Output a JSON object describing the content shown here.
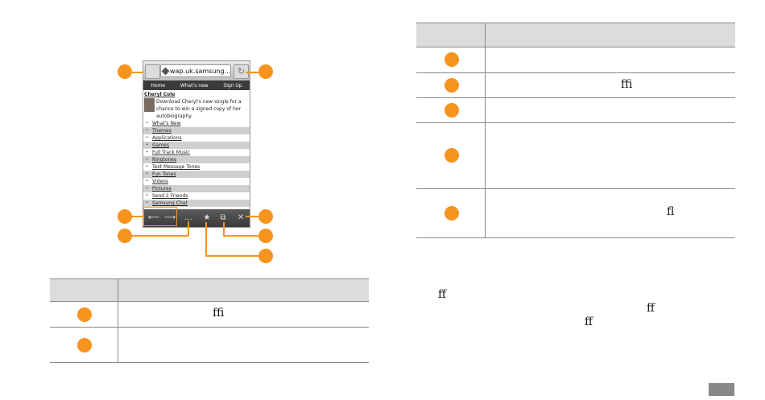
{
  "browser": {
    "url_text": "wap.uk.samsung...",
    "nav_links": [
      "Home",
      "What's new",
      "Sign Up"
    ],
    "article_title": "Cheryl Cole",
    "article_blurb": "Download Cheryl's new single for a chance to win a signed copy of her autobiography.",
    "menu_items": [
      "What's New",
      "Themes",
      "Applications",
      "Games",
      "Full Track Music",
      "Ringtones",
      "Text Message Tones",
      "Fun Tones",
      "Videos",
      "Pictures",
      "Send 2 Friends",
      "Samsung Chat"
    ]
  },
  "fragments": {
    "lig_left_table": "ﬃ",
    "lig_right_row2": "ﬃ",
    "lig_right_row5": "ﬂ",
    "lig_para1": "ﬀ",
    "lig_para2": "ﬀ",
    "lig_para3": "ﬀ"
  },
  "colors": {
    "accent_orange": "#f7941d",
    "table_header": "#dcdcdc",
    "phone_toolbar": "#4a4a4a"
  }
}
